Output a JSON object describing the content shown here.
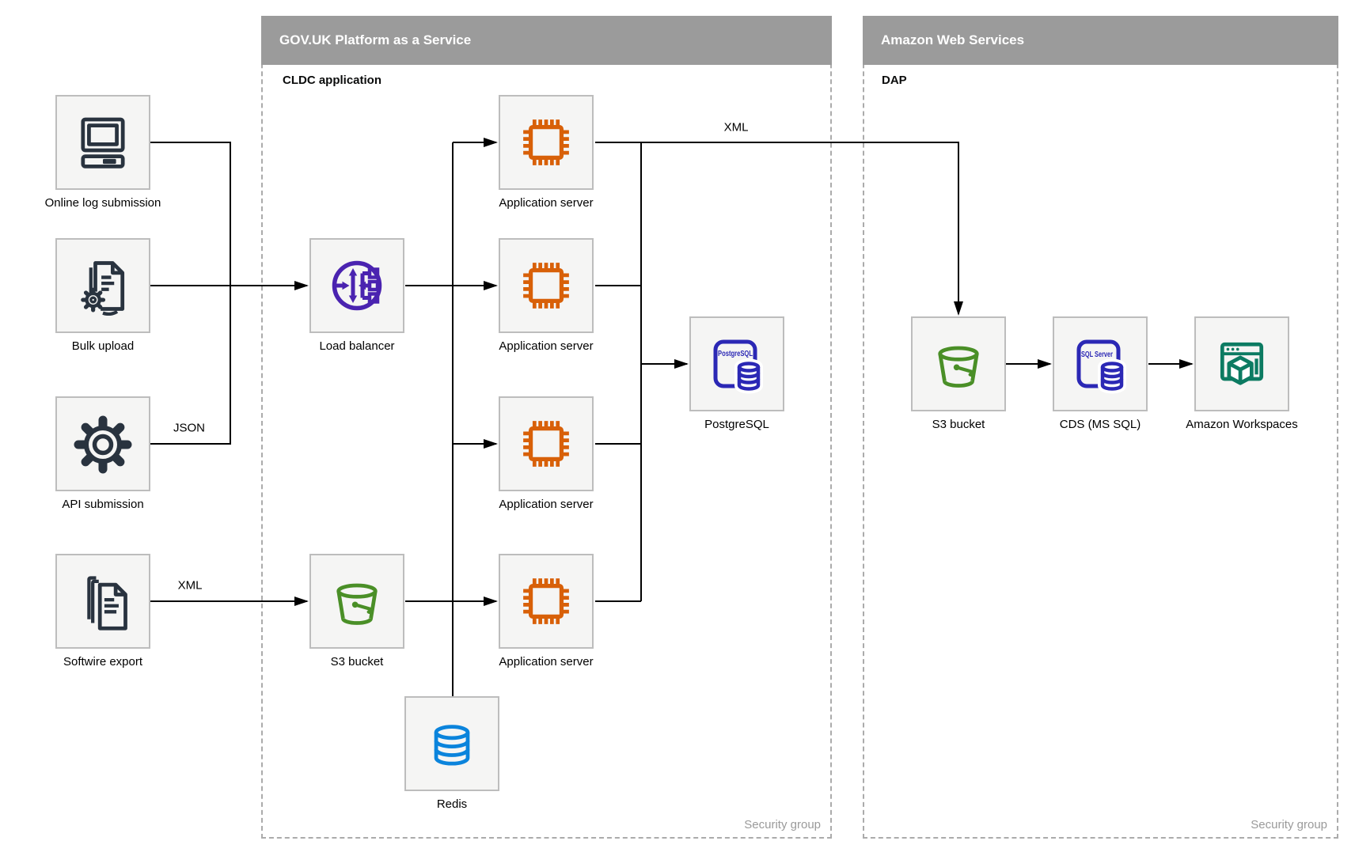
{
  "colors": {
    "header_bg": "#9b9b9b",
    "container_border": "#ababab",
    "node_fill": "#f5f5f4",
    "node_border": "#bdbdbd",
    "connector": "#000000",
    "icon_dark": "#29333f",
    "icon_purple": "#4a23b0",
    "icon_orange": "#d86008",
    "icon_blue": "#2b28b5",
    "icon_green": "#4a8f27",
    "icon_light_blue": "#0b84dc",
    "icon_teal": "#0c7b62",
    "security_text": "#9a9a9a"
  },
  "govuk": {
    "title": "GOV.UK Platform as a Service",
    "sublabel": "CLDC application",
    "security_label": "Security group"
  },
  "aws": {
    "title": "Amazon Web Services",
    "sublabel": "DAP",
    "security_label": "Security group"
  },
  "nodes": {
    "online_log": {
      "label": "Online log submission"
    },
    "bulk_upload": {
      "label": "Bulk upload"
    },
    "api_submission": {
      "label": "API submission"
    },
    "softwire_export": {
      "label": "Softwire export"
    },
    "load_balancer": {
      "label": "Load balancer"
    },
    "s3_govuk": {
      "label": "S3 bucket"
    },
    "app_server_1": {
      "label": "Application server"
    },
    "app_server_2": {
      "label": "Application server"
    },
    "app_server_3": {
      "label": "Application server"
    },
    "app_server_4": {
      "label": "Application server"
    },
    "postgresql": {
      "label": "PostgreSQL",
      "icon_text": "PostgreSQL"
    },
    "redis": {
      "label": "Redis"
    },
    "s3_aws": {
      "label": "S3 bucket"
    },
    "cds": {
      "label": "CDS (MS SQL)",
      "icon_text": "SQL Server"
    },
    "workspaces": {
      "label": "Amazon Workspaces"
    }
  },
  "edge_labels": {
    "json": "JSON",
    "xml_softwire": "XML",
    "xml_appserver": "XML"
  }
}
